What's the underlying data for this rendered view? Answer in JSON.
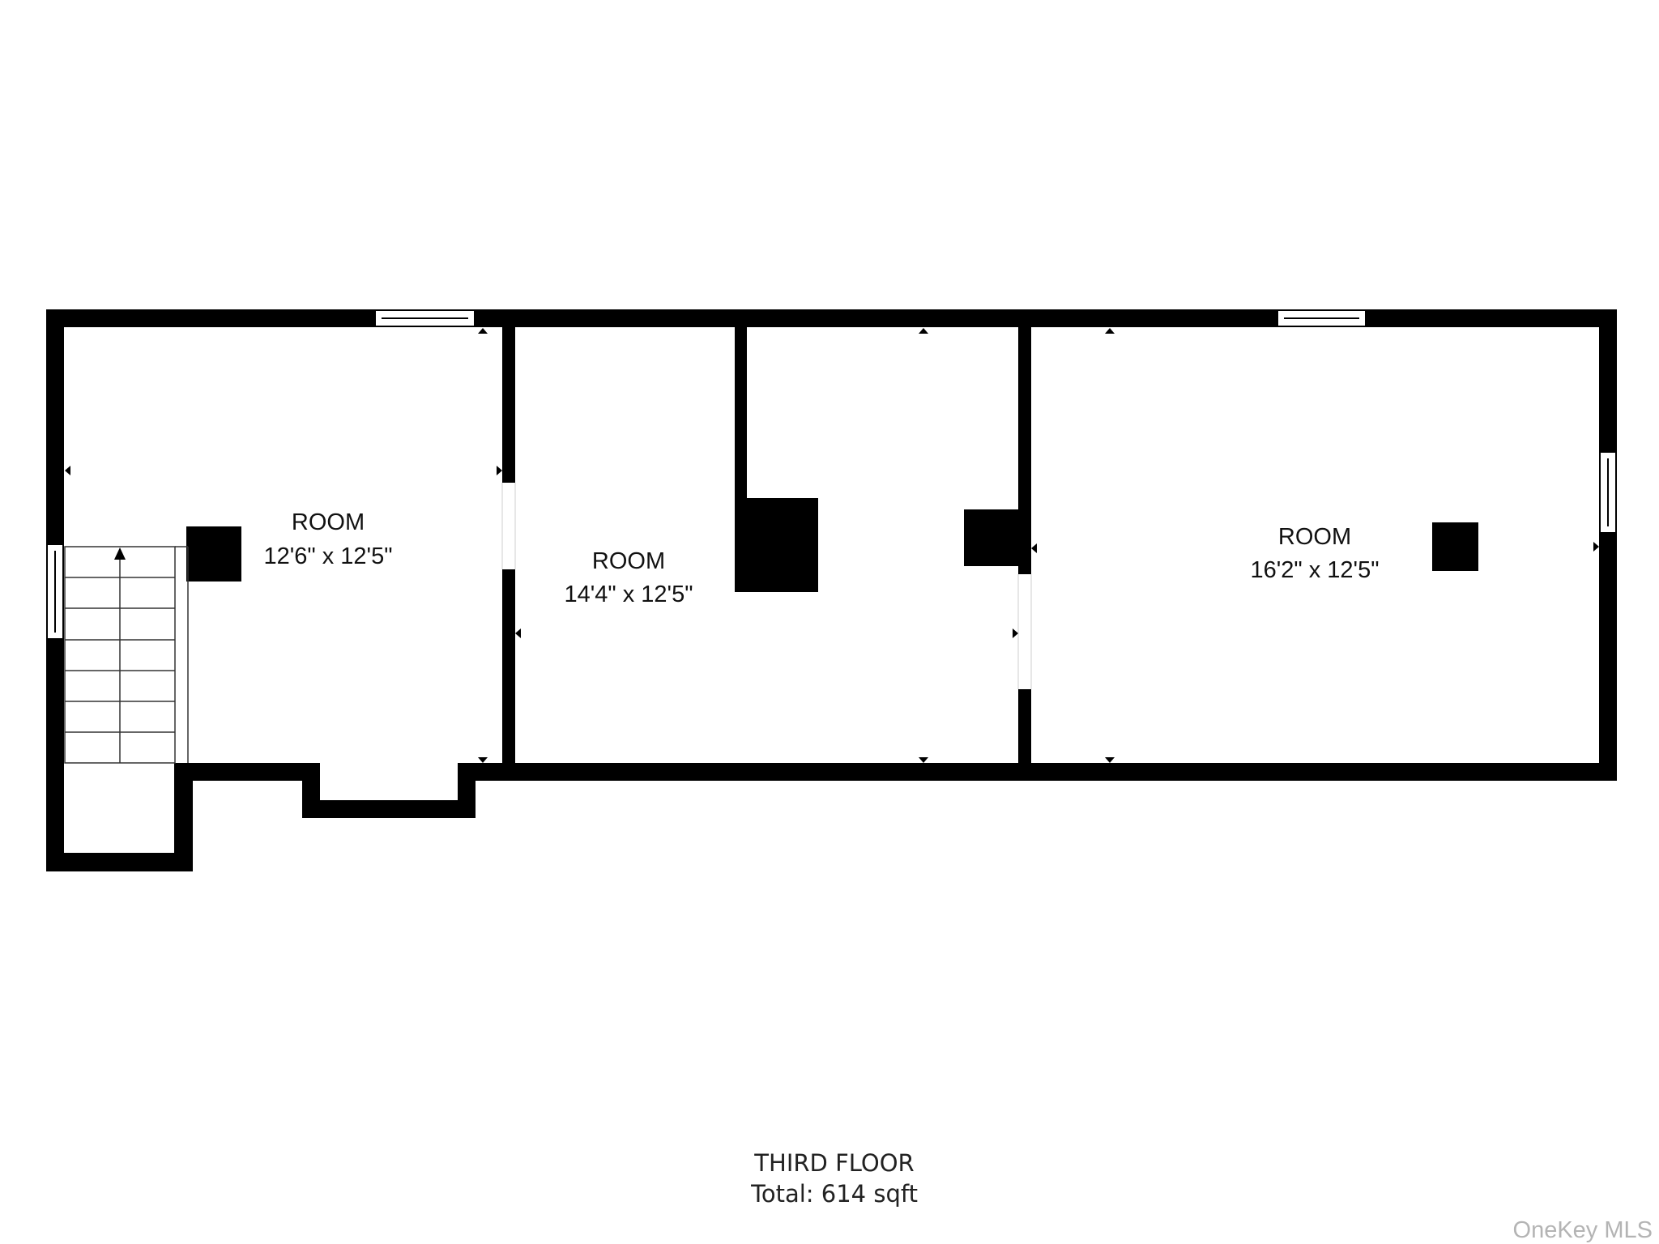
{
  "rooms": [
    {
      "name": "ROOM",
      "dims": "12'6\" x 12'5\""
    },
    {
      "name": "ROOM",
      "dims": "14'4\" x 12'5\""
    },
    {
      "name": "ROOM",
      "dims": "16'2\" x 12'5\""
    }
  ],
  "footer": {
    "floor": "THIRD FLOOR",
    "total": "Total: 614 sqft"
  },
  "watermark": "OneKey MLS",
  "colors": {
    "wall": "#000000",
    "background": "#ffffff",
    "watermark": "#b4b4b4"
  }
}
